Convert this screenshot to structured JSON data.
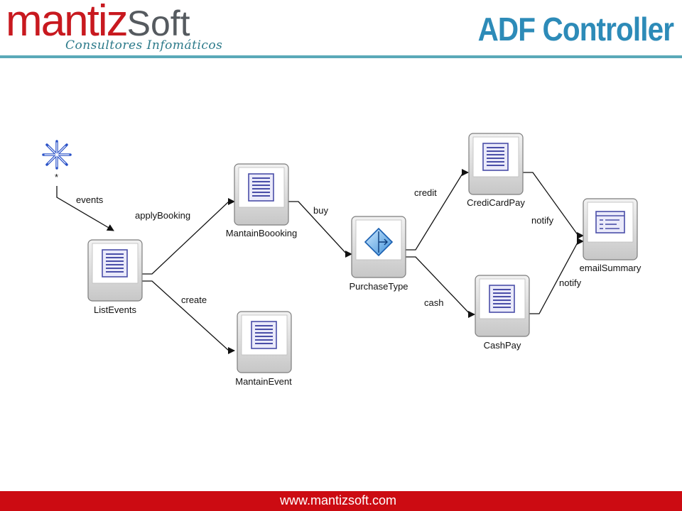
{
  "header": {
    "logo_brand": "mantiz",
    "logo_brand_2": "Soft",
    "logo_tagline": "Consultores Infomáticos",
    "title": "ADF Controller"
  },
  "footer": {
    "url": "www.mantizsoft.com"
  },
  "colors": {
    "brand_red": "#cc0b12",
    "title_blue": "#2d8bb8",
    "rule_teal": "#5aa9b8",
    "node_icon": "#4a4ea8"
  },
  "diagram": {
    "start": {
      "label": "*",
      "icon": "wildcard-star-icon"
    },
    "nodes": [
      {
        "id": "list",
        "label": "ListEvents",
        "icon": "page-icon"
      },
      {
        "id": "mantBook",
        "label": "MantainBoooking",
        "icon": "page-icon"
      },
      {
        "id": "mantEvent",
        "label": "MantainEvent",
        "icon": "page-icon"
      },
      {
        "id": "purchase",
        "label": "PurchaseType",
        "icon": "router-diamond-icon"
      },
      {
        "id": "credit",
        "label": "CrediCardPay",
        "icon": "page-icon"
      },
      {
        "id": "cash",
        "label": "CashPay",
        "icon": "page-icon"
      },
      {
        "id": "email",
        "label": "emailSummary",
        "icon": "method-call-icon"
      }
    ],
    "edges": [
      {
        "label": "events"
      },
      {
        "label": "applyBooking"
      },
      {
        "label": "create"
      },
      {
        "label": "buy"
      },
      {
        "label": "credit"
      },
      {
        "label": "cash"
      },
      {
        "label": "notify"
      },
      {
        "label": "notify"
      }
    ]
  }
}
